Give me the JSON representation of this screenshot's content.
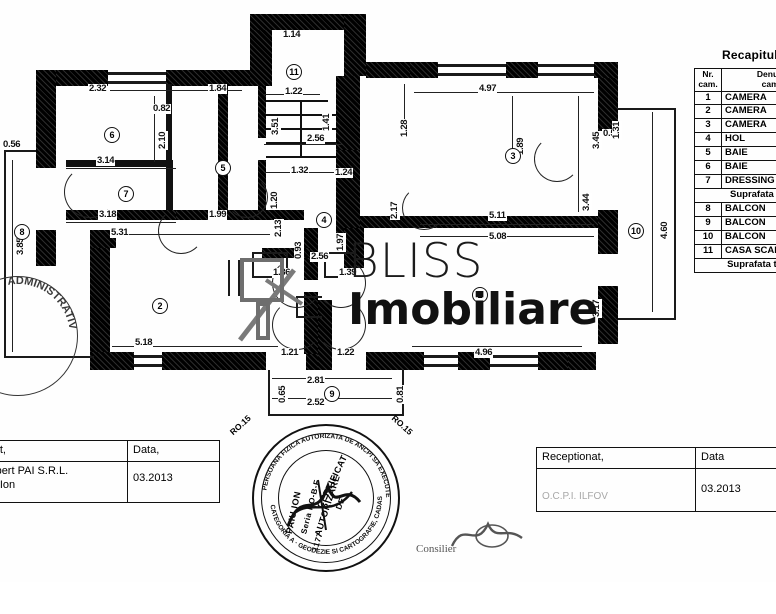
{
  "document": {
    "type": "Releveu / plan cadastral apartament",
    "watermark": {
      "line1": "BLISS",
      "line2": "Imobiliare",
      "logo_icon": "house-logo-icon"
    }
  },
  "recap": {
    "title": "Recapitulatie",
    "headers": {
      "nr": "Nr.\ncam.",
      "denumire": "Denumire\ncamera"
    },
    "header_nr_line1": "Nr.",
    "header_nr_line2": "cam.",
    "header_den_line1": "Denumire",
    "header_den_line2": "camera",
    "rows": [
      {
        "nr": "1",
        "name": "CAMERA"
      },
      {
        "nr": "2",
        "name": "CAMERA"
      },
      {
        "nr": "3",
        "name": "CAMERA"
      },
      {
        "nr": "4",
        "name": "HOL"
      },
      {
        "nr": "5",
        "name": "BAIE"
      },
      {
        "nr": "6",
        "name": "BAIE"
      },
      {
        "nr": "7",
        "name": "DRESSING"
      }
    ],
    "subtotal_label": "Suprafata utila",
    "rows2": [
      {
        "nr": "8",
        "name": "BALCON"
      },
      {
        "nr": "9",
        "name": "BALCON"
      },
      {
        "nr": "10",
        "name": "BALCON"
      },
      {
        "nr": "11",
        "name": "CASA SCARII"
      }
    ],
    "total_label": "Suprafata totala"
  },
  "title_block_left": {
    "col1_header": "Executant,",
    "col2_header": "Data,",
    "col1_line1": "Birou Expert PAI S.R.L.",
    "col1_line2": "ing. Paiu Ion",
    "col2_value": "03.2013"
  },
  "title_block_right": {
    "col1_header": "Receptionat,",
    "col2_header": "Data",
    "col1_value": "O.C.P.I. ILFOV",
    "col2_value": "03.2013"
  },
  "seal": {
    "outer_text": "PERSOANA FIZICA AUTORIZATA DE ANCPI SA ANCPI SA EXECUTE LUCRARI DE CADASTRU, GEODEZIE SI CARTOGRAFIE CATEGORIA A",
    "line_certificat": "CERTIFICAT",
    "line_de": "DE",
    "line_autorizare": "AUTORIZARE",
    "line_seria": "Seria RO-B-F",
    "line_name": "PAIU ION",
    "line_nr": "1177"
  },
  "left_stamp": {
    "text": "ADMINISTRATIV"
  },
  "signature": {
    "role": "Consilier"
  },
  "annotations": {
    "ro_left": "RO.15",
    "ro_right": "RO.15"
  },
  "rooms": [
    {
      "id": "1",
      "label": "1"
    },
    {
      "id": "2",
      "label": "2"
    },
    {
      "id": "3",
      "label": "3"
    },
    {
      "id": "4",
      "label": "4"
    },
    {
      "id": "5",
      "label": "5"
    },
    {
      "id": "6",
      "label": "6"
    },
    {
      "id": "7",
      "label": "7"
    },
    {
      "id": "8",
      "label": "8"
    },
    {
      "id": "9",
      "label": "9"
    },
    {
      "id": "10",
      "label": "10"
    },
    {
      "id": "11",
      "label": "11"
    }
  ],
  "dimensions": {
    "d_2_32": "2.32",
    "d_0_82": "0.82",
    "d_1_84": "1.84",
    "d_1_14": "1.14",
    "d_1_41": "1.41",
    "d_1_22_top": "1.22",
    "d_4_97": "4.97",
    "d_2_10": "2.10",
    "d_1_89": "1.89",
    "d_1_31": "1.31",
    "d_3_44": "3.44",
    "d_3_51": "3.51",
    "d_1_28": "1.28",
    "d_3_45": "3.45",
    "d_0_54": "0.54",
    "d_0_56": "0.56",
    "d_3_14": "3.14",
    "d_2_56_stair": "2.56",
    "d_1_32": "1.32",
    "d_1_24": "1.24",
    "d_2_17": "2.17",
    "d_3_18": "3.18",
    "d_1_20": "1.20",
    "d_1_99": "1.99",
    "d_2_13": "2.13",
    "d_1_97": "1.97",
    "d_5_11": "5.11",
    "d_4_60": "4.60",
    "d_3_85": "3.85",
    "d_5_31": "5.31",
    "d_5_08": "5.08",
    "d_2_56_hol": "2.56",
    "d_1_36": "1.36",
    "d_1_39": "1.39",
    "d_0_93": "0.93",
    "d_3_17": "3.17",
    "d_5_18": "5.18",
    "d_1_21": "1.21",
    "d_1_22_bot": "1.22",
    "d_4_96": "4.96",
    "d_2_81": "2.81",
    "d_0_81": "0.81",
    "d_0_65": "0.65",
    "d_2_52": "2.52"
  }
}
